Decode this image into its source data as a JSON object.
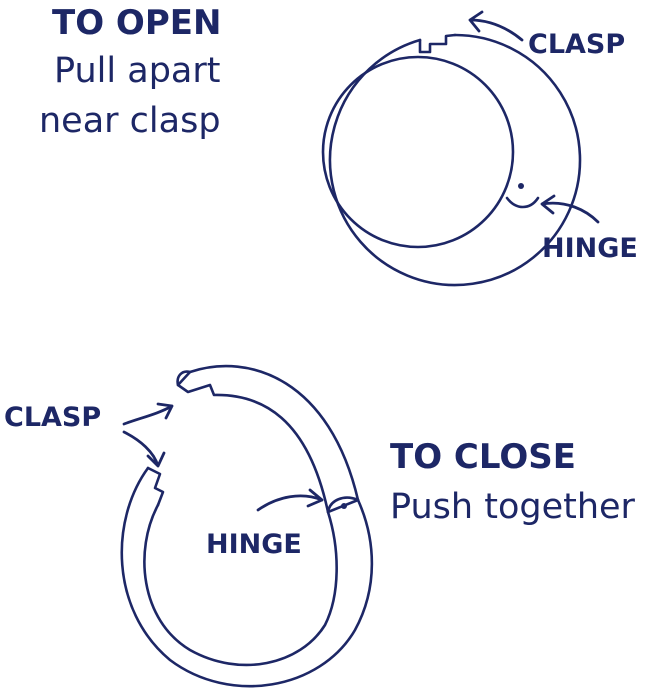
{
  "colors": {
    "ink": "#1d2766",
    "background": "#ffffff"
  },
  "open_section": {
    "title": "TO OPEN",
    "instruction_line1": "Pull apart",
    "instruction_line2": "near clasp",
    "clasp_label": "CLASP",
    "hinge_label": "HINGE"
  },
  "close_section": {
    "title": "TO CLOSE",
    "instruction": "Push together",
    "clasp_label": "CLASP",
    "hinge_label": "HINGE"
  }
}
